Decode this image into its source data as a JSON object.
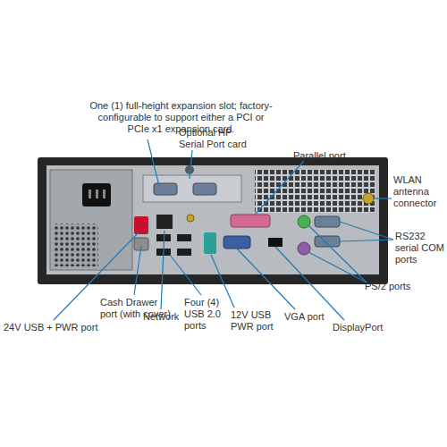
{
  "diagram": {
    "labels": [
      "One (1) full-height expansion slot; factory-configurable to support either a PCI or PCIe x1 expansion card.",
      "Optional HP Serial Port card",
      "Parallel port",
      "WLAN antenna connector",
      "RS232 serial COM ports",
      "PS/2 ports",
      "Cash Drawer port (with cover)",
      "Network",
      "Four (4) USB 2.0 ports",
      "12V USB PWR port",
      "VGA port",
      "DisplayPort",
      "24V USB + PWR port"
    ]
  }
}
